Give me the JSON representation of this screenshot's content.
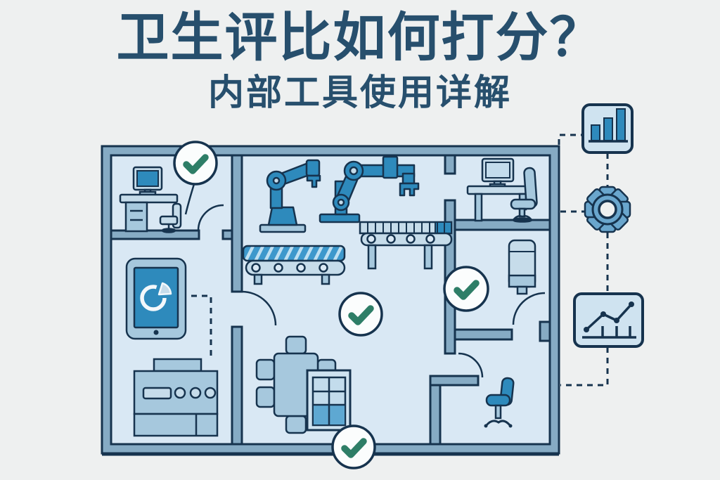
{
  "title": "卫生评比如何打分？",
  "subtitle": "内部工具使用详解",
  "colors": {
    "background": "#eef0f0",
    "title_text": "#274f6d",
    "wall": "#86abc4",
    "outline": "#16334e",
    "room": "#d9e8f4",
    "furniture_light": "#c6dcea",
    "furniture_mid": "#a6c8dd",
    "accent_blue": "#2e8abc",
    "check_green": "#2e7e67",
    "check_circle": "#fbfdfd",
    "icon_box": "#cfe3f0",
    "gear_blue": "#6aa6cd",
    "hatch_blue": "#3d98cc",
    "window_blue": "#5ea8d2",
    "screen_light": "#c3dcec"
  },
  "floor_plan": {
    "checkmark_count": 4,
    "objects": [
      "desk-with-computer",
      "robotic-arms",
      "conveyor-belts",
      "office-desk-with-chair",
      "tablet-with-pie-chart",
      "water-cooler",
      "control-machine",
      "meeting-table-with-chairs",
      "window",
      "office-chair"
    ]
  },
  "side_icons": [
    {
      "name": "bar-chart-icon"
    },
    {
      "name": "gear-icon"
    },
    {
      "name": "line-chart-icon"
    }
  ]
}
